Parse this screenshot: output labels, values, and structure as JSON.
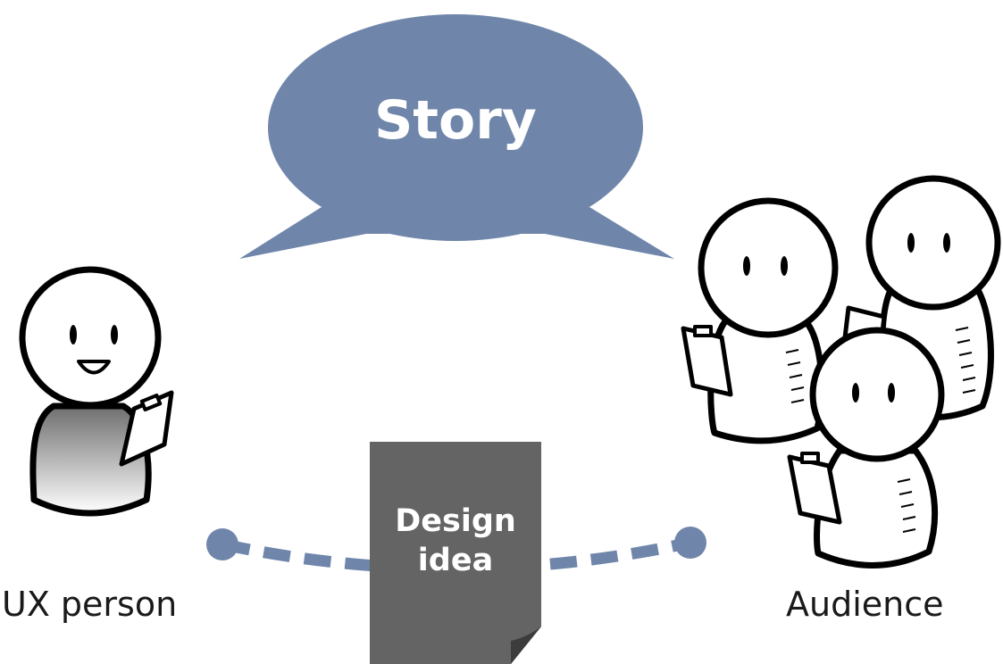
{
  "speech_bubble": {
    "text": "Story",
    "color": "#6f86aa"
  },
  "document": {
    "line1": "Design",
    "line2": "idea",
    "color": "#646464"
  },
  "connector": {
    "color": "#6f86aa",
    "style": "dashed"
  },
  "ux_person": {
    "label": "UX person",
    "icon": "smiling-person-with-clipboard-icon"
  },
  "audience": {
    "label": "Audience",
    "icon": "group-of-three-persons-with-clipboards-icon"
  }
}
